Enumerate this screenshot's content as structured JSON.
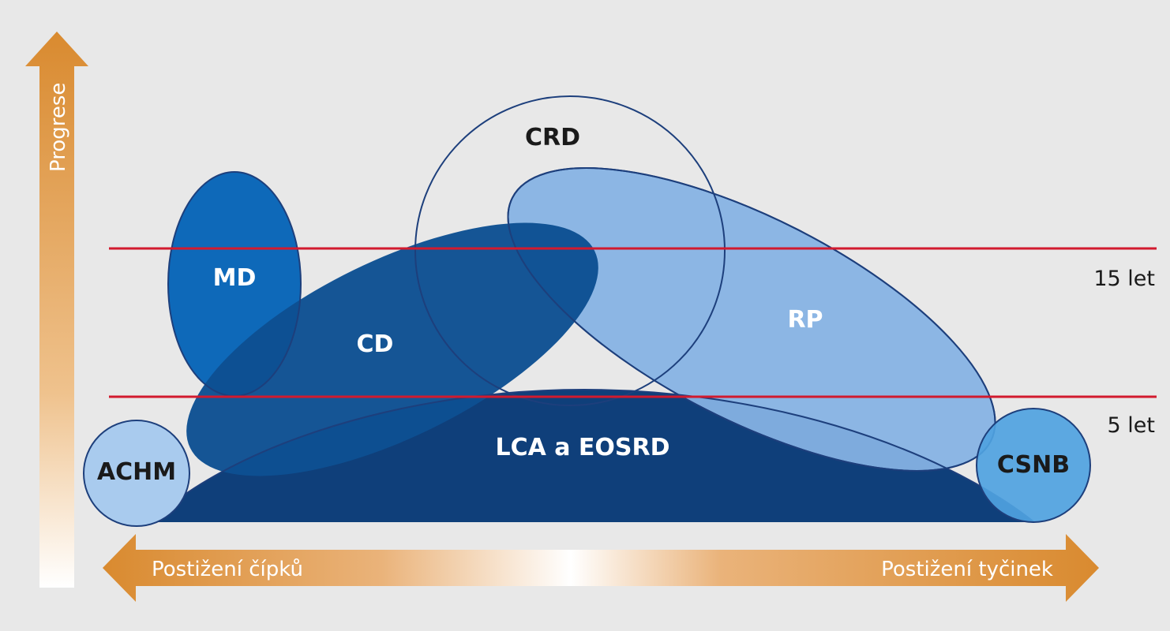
{
  "diagram": {
    "y_axis_label": "Progrese",
    "x_axis_left_label": "Postižení čípků",
    "x_axis_right_label": "Postižení tyčinek",
    "age_lines": [
      {
        "label": "15 let"
      },
      {
        "label": "5 let"
      }
    ],
    "regions": {
      "lca": "LCA a EOSRD",
      "cd": "CD",
      "md": "MD",
      "crd": "CRD",
      "rp": "RP",
      "achm": "ACHM",
      "csnb": "CSNB"
    },
    "colors": {
      "background": "#e8e8e8",
      "arrow_orange": "#d98a2f",
      "arrow_light": "#fff3e4",
      "lca": "#0f3f7a",
      "cd": "#0d4f92",
      "md": "#0e69b9",
      "rp": "#86b2e3",
      "achm": "#a9cbee",
      "csnb": "#4fa2e0",
      "outline": "#1d3f7c",
      "age_line": "#d21a2e"
    }
  }
}
